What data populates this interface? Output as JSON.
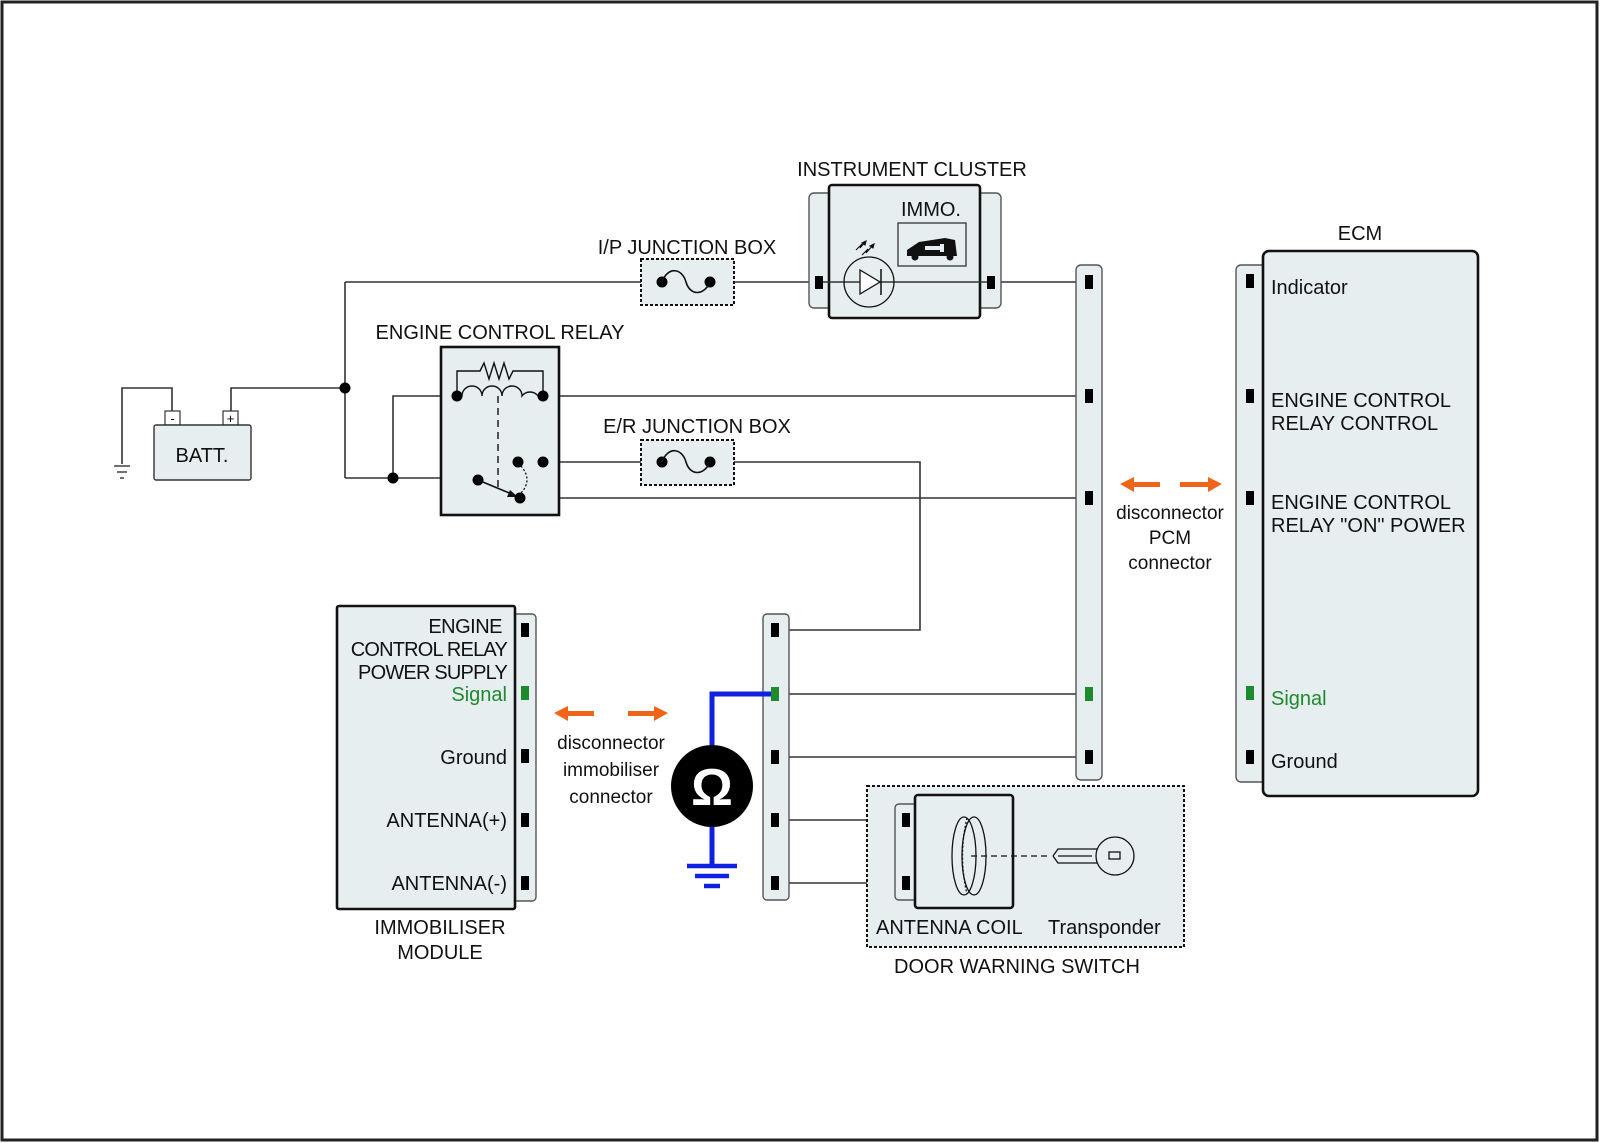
{
  "diagram": {
    "title": "Immobiliser system wiring diagram",
    "colors": {
      "signal": "#1e8a2e",
      "measurement_wire": "#1020e0",
      "disconnect_arrow": "#f06418",
      "component_fill": "#e6eef0"
    },
    "battery": {
      "label": "BATT.",
      "neg_terminal": "-",
      "pos_terminal": "+"
    },
    "ip_junction_box": {
      "label": "I/P JUNCTION BOX"
    },
    "er_junction_box": {
      "label": "E/R JUNCTION BOX"
    },
    "engine_control_relay": {
      "label": "ENGINE CONTROL RELAY"
    },
    "instrument_cluster": {
      "label": "INSTRUMENT CLUSTER",
      "immo_label": "IMMO.",
      "indicator_icon": "immobiliser-car-key-icon"
    },
    "pcm_disconnect": {
      "line1": "disconnector",
      "line2": "PCM",
      "line3": "connector"
    },
    "ecm": {
      "label": "ECM",
      "pins": [
        {
          "label_lines": [
            "Indicator"
          ],
          "signal": false
        },
        {
          "label_lines": [
            "ENGINE CONTROL",
            "RELAY CONTROL"
          ],
          "signal": false
        },
        {
          "label_lines": [
            "ENGINE CONTROL",
            "RELAY \"ON\" POWER"
          ],
          "signal": false
        },
        {
          "label_lines": [
            "Signal"
          ],
          "signal": true
        },
        {
          "label_lines": [
            "Ground"
          ],
          "signal": false
        }
      ]
    },
    "immobiliser_module": {
      "label_line1": "IMMOBILISER",
      "label_line2": "MODULE",
      "pins": [
        {
          "label_lines": [
            "ENGINE",
            "CONTROL RELAY",
            "POWER SUPPLY"
          ],
          "signal": false
        },
        {
          "label_lines": [
            "Signal"
          ],
          "signal": true
        },
        {
          "label_lines": [
            "Ground"
          ],
          "signal": false
        },
        {
          "label_lines": [
            "ANTENNA(+)"
          ],
          "signal": false
        },
        {
          "label_lines": [
            "ANTENNA(-)"
          ],
          "signal": false
        }
      ]
    },
    "immobiliser_disconnect": {
      "line1": "disconnector",
      "line2": "immobiliser",
      "line3": "connector"
    },
    "ohmmeter": {
      "symbol": "Ω"
    },
    "door_warning_switch": {
      "label": "DOOR WARNING SWITCH",
      "antenna_coil_label": "ANTENNA COIL",
      "transponder_label": "Transponder"
    }
  }
}
